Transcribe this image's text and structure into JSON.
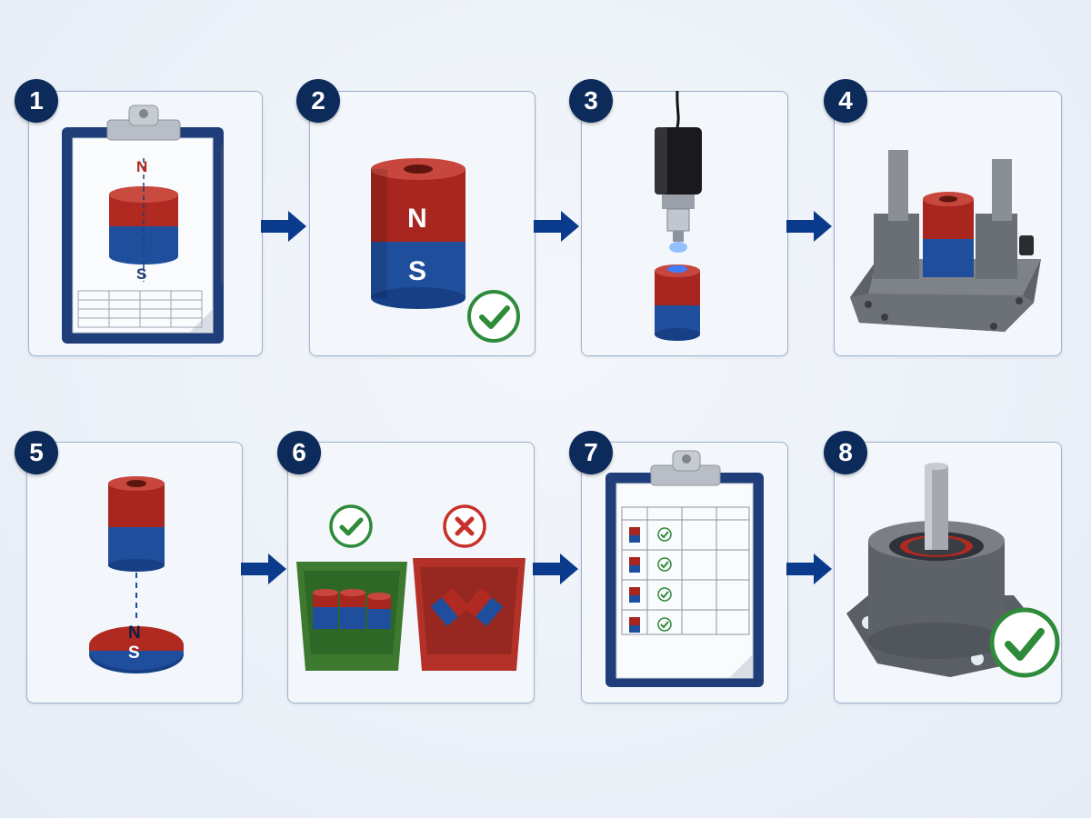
{
  "steps": [
    {
      "number": "1",
      "icon": "clipboard-magnet-drawing-icon",
      "pole_top": "N",
      "pole_bottom": "S"
    },
    {
      "number": "2",
      "icon": "magnet-check-icon",
      "pole_top": "N",
      "pole_bottom": "S"
    },
    {
      "number": "3",
      "icon": "magnetometer-probe-icon"
    },
    {
      "number": "4",
      "icon": "magnet-fixture-icon"
    },
    {
      "number": "5",
      "icon": "polarity-test-icon",
      "pole_top": "N",
      "pole_bottom": "S"
    },
    {
      "number": "6",
      "icon": "sort-bins-icon"
    },
    {
      "number": "7",
      "icon": "inspection-checklist-icon"
    },
    {
      "number": "8",
      "icon": "assembled-motor-check-icon"
    }
  ],
  "colors": {
    "badge": "#0c2a5a",
    "arrow": "#0a3a8c",
    "north": "#b02a22",
    "south": "#1f4e9c",
    "pass": "#2e8b3a",
    "fail": "#c8302a"
  }
}
